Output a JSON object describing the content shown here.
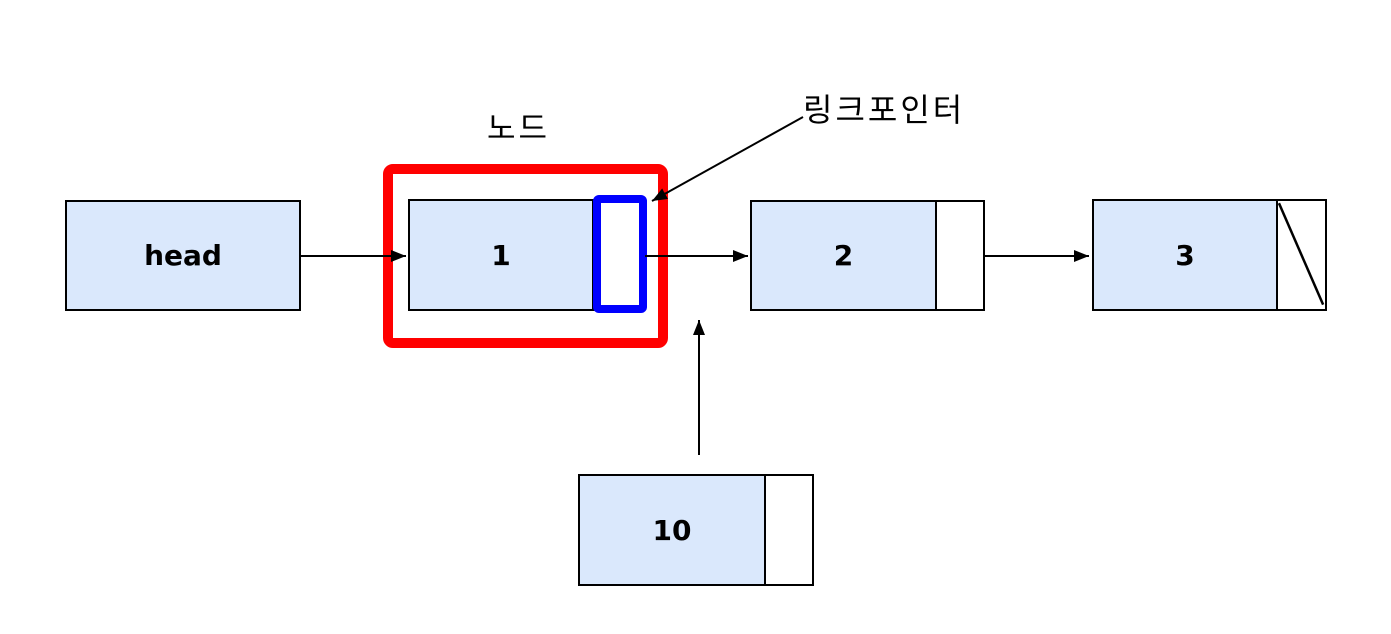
{
  "diagram": {
    "colors": {
      "background": "#ffffff",
      "node_fill": "#dae8fc",
      "node_stroke": "#000000",
      "node_highlight": "#ff0000",
      "pointer_highlight": "#0000ff",
      "arrow": "#000000",
      "text": "#000000"
    },
    "annotations": {
      "node_label": "노드",
      "link_pointer_label": "링크포인터"
    },
    "head": {
      "label": "head"
    },
    "nodes": [
      {
        "value": "1"
      },
      {
        "value": "2"
      },
      {
        "value": "3"
      },
      {
        "value": "10"
      }
    ],
    "edges": [
      {
        "from": "head",
        "to": "node-1"
      },
      {
        "from": "node-1",
        "to": "node-2"
      },
      {
        "from": "node-2",
        "to": "node-3"
      },
      {
        "from": "node-10",
        "to": "link-between-node-1-and-node-2"
      },
      {
        "from": "link-pointer-label",
        "to": "node-1-pointer-cell"
      }
    ],
    "null_pointer_node": "3"
  }
}
